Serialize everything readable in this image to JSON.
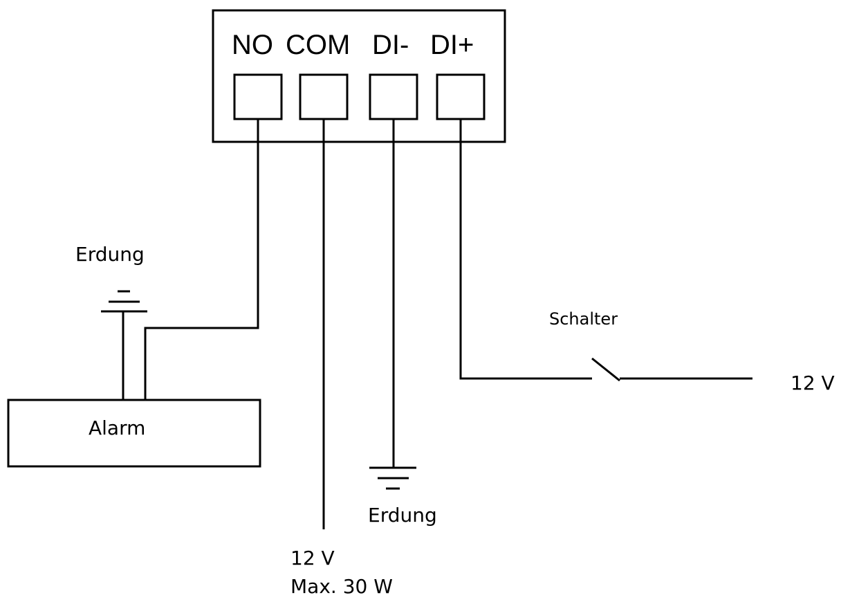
{
  "terminal_block": {
    "labels": [
      "NO",
      "COM",
      "DI-",
      "DI+"
    ]
  },
  "alarm": {
    "label": "Alarm"
  },
  "ground_top": {
    "label": "Erdung"
  },
  "ground_bottom": {
    "label": "Erdung"
  },
  "switch": {
    "label": "Schalter"
  },
  "supply_right": {
    "label": "12 V"
  },
  "supply_bottom": {
    "voltage": "12 V",
    "power": "Max. 30 W"
  },
  "colors": {
    "line": "#000000",
    "background": "#ffffff"
  }
}
